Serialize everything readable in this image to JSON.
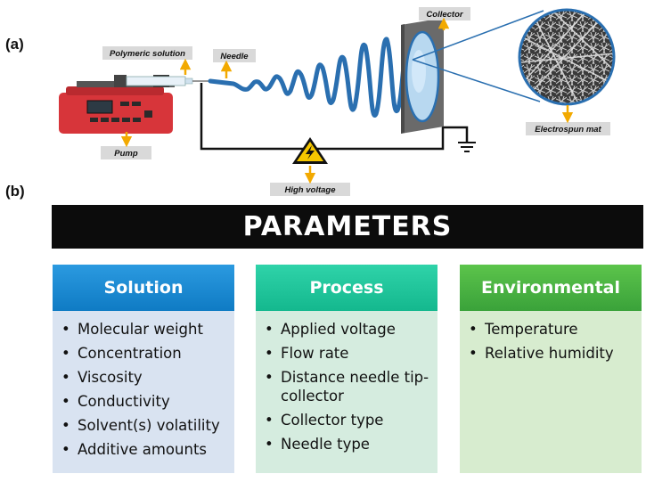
{
  "panels": {
    "a": "(a)",
    "b": "(b)"
  },
  "schematic": {
    "polymeric_solution": "Polymeric solution",
    "needle": "Needle",
    "collector": "Collector",
    "electrospun_mat": "Electrospun mat",
    "pump": "Pump",
    "high_voltage": "High voltage"
  },
  "parameters": {
    "title": "PARAMETERS",
    "columns": [
      {
        "header": "Solution",
        "items": [
          "Molecular weight",
          "Concentration",
          "Viscosity",
          "Conductivity",
          "Solvent(s) volatility",
          "Additive amounts"
        ]
      },
      {
        "header": "Process",
        "items": [
          "Applied voltage",
          "Flow rate",
          "Distance needle tip-collector",
          "Collector type",
          "Needle type"
        ]
      },
      {
        "header": "Environmental",
        "items": [
          "Temperature",
          "Relative humidity"
        ]
      }
    ]
  },
  "colors": {
    "arrow": "#f2a900",
    "jet": "#2a6fb0",
    "pump": "#d7353a",
    "solution_header": "#1a88d2",
    "process_header": "#1fc29a",
    "environmental_header": "#49b440"
  }
}
